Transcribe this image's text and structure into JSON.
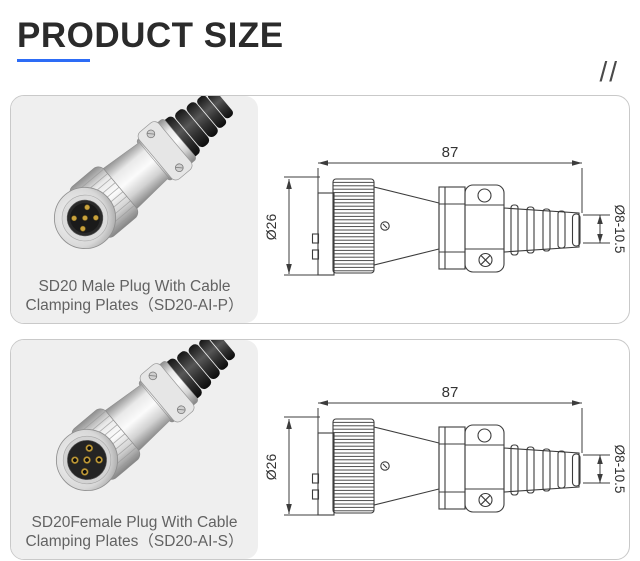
{
  "header": {
    "title": "PRODUCT SIZE",
    "slashes": "//",
    "accent_color": "#2d6cf6"
  },
  "panels": [
    {
      "caption_line1": "SD20 Male Plug With Cable",
      "caption_line2": "Clamping Plates（SD20-AI-P）",
      "photo_type": "male-plug",
      "dimensions": {
        "length": "87",
        "body_diameter": "Ø26",
        "cable_range": "Ø8-10.5"
      }
    },
    {
      "caption_line1": "SD20Female Plug With Cable",
      "caption_line2": "Clamping Plates（SD20-AI-S）",
      "photo_type": "female-plug",
      "dimensions": {
        "length": "87",
        "body_diameter": "Ø26",
        "cable_range": "Ø8-10.5"
      }
    }
  ]
}
